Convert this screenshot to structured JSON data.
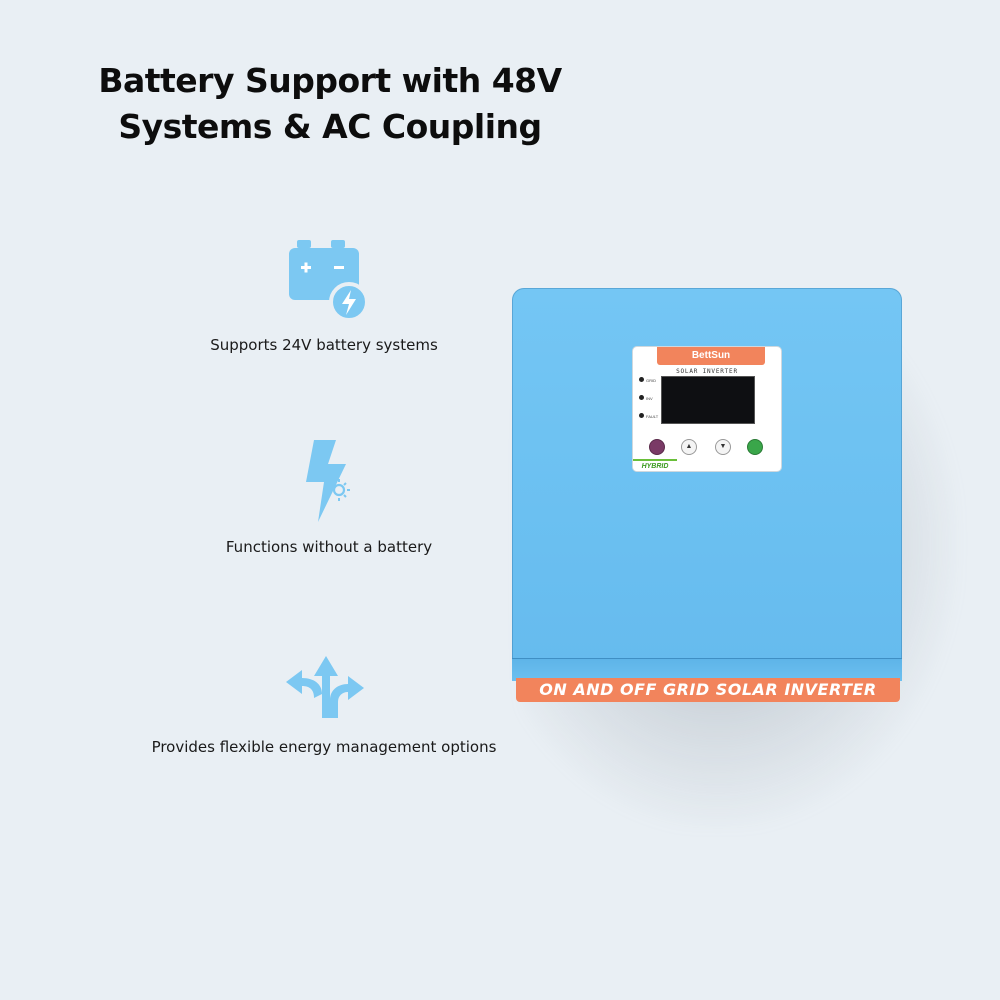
{
  "headline": {
    "line1": "Battery Support with 48V",
    "line2": "Systems & AC Coupling"
  },
  "features": [
    {
      "icon": "battery-charge-icon",
      "label": "Supports 24V battery systems"
    },
    {
      "icon": "lightning-sun-icon",
      "label": "Functions without a battery"
    },
    {
      "icon": "split-arrows-icon",
      "label": "Provides flexible energy management options"
    }
  ],
  "product": {
    "brand": "BettSun",
    "panel_title": "SOLAR INVERTER",
    "led_labels": [
      "GRID",
      "INV",
      "FAULT"
    ],
    "buttons": [
      "▲",
      "▼"
    ],
    "tag": "HYBRID",
    "banner": "ON AND OFF GRID SOLAR INVERTER"
  },
  "colors": {
    "background": "#e9eff4",
    "icon": "#7cc8f2",
    "case": "#6bc0f1",
    "banner": "#f2845c"
  }
}
